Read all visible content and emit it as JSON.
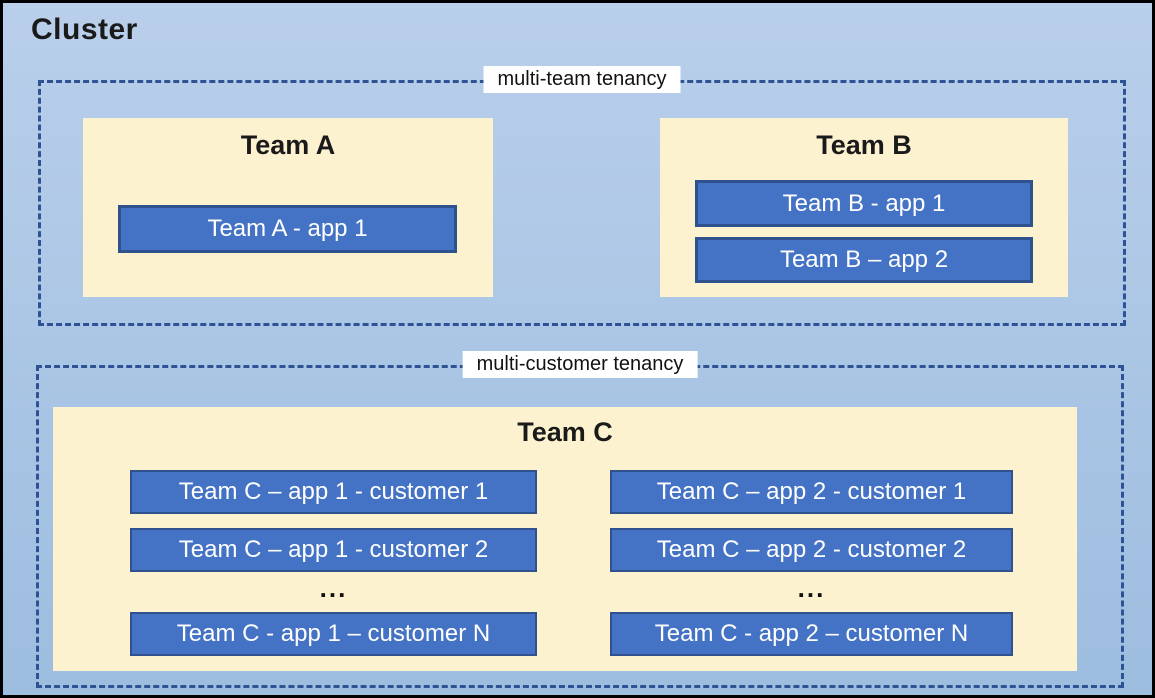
{
  "cluster_title": "Cluster",
  "regions": {
    "multi_team": {
      "label": "multi-team tenancy",
      "team_a": {
        "title": "Team A",
        "apps": [
          "Team A - app 1"
        ]
      },
      "team_b": {
        "title": "Team B",
        "apps": [
          "Team B - app 1",
          "Team B – app 2"
        ]
      }
    },
    "multi_customer": {
      "label": "multi-customer tenancy",
      "team_c": {
        "title": "Team C",
        "columns": [
          {
            "rows": [
              "Team C – app 1 - customer 1",
              "Team C – app 1 - customer 2"
            ],
            "ellipsis": "...",
            "row_n": "Team C - app 1 – customer N"
          },
          {
            "rows": [
              "Team C – app 2 - customer 1",
              "Team C – app 2 - customer 2"
            ],
            "ellipsis": "...",
            "row_n": "Team C - app 2 – customer N"
          }
        ]
      }
    }
  },
  "colors": {
    "canvas_top": "#b9cfeb",
    "canvas_bottom": "#9dbddf",
    "team_panel": "#fdf2d0",
    "app_fill": "#4472c4",
    "app_border": "#2f528f",
    "dashed_border": "#2e5394",
    "label_background": "#ffffff",
    "title_text": "#1a1a1a",
    "app_text": "#ffffff"
  }
}
